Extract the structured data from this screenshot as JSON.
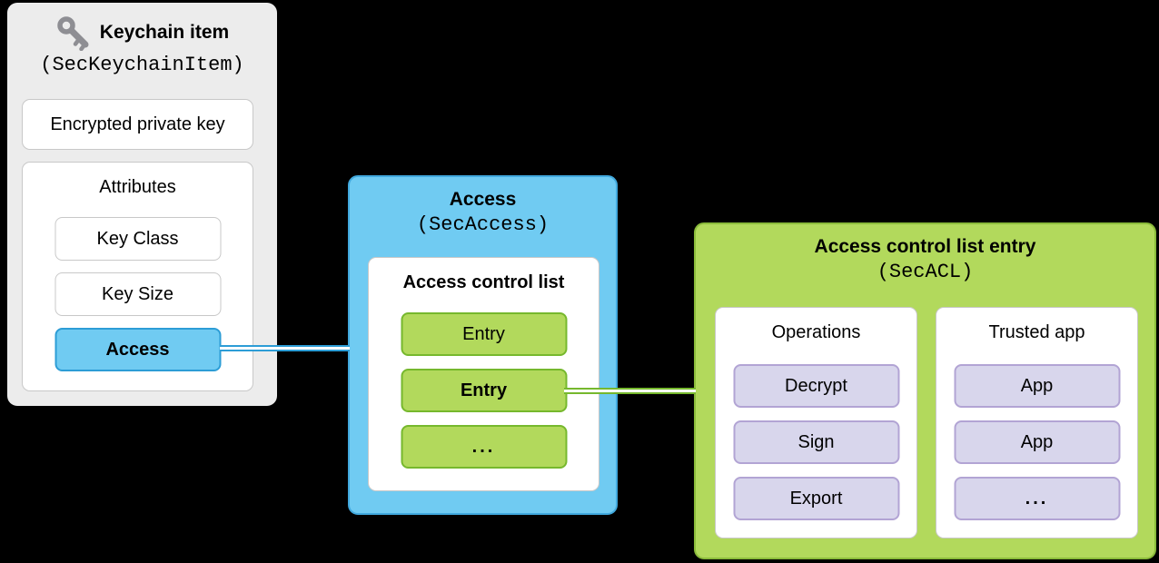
{
  "keychain_item": {
    "title": "Keychain item",
    "subtitle": "(SecKeychainItem)",
    "icon": "key-icon",
    "encrypted_key_label": "Encrypted private key",
    "attributes": {
      "label": "Attributes",
      "items": [
        {
          "label": "Key Class",
          "highlighted": false
        },
        {
          "label": "Key Size",
          "highlighted": false
        },
        {
          "label": "Access",
          "highlighted": true
        }
      ]
    }
  },
  "access": {
    "title": "Access",
    "subtitle": "(SecAccess)",
    "acl": {
      "label": "Access control list",
      "entries": [
        {
          "label": "Entry",
          "bold": false
        },
        {
          "label": "Entry",
          "bold": true
        },
        {
          "label": "...",
          "bold": false
        }
      ]
    }
  },
  "acl_entry": {
    "title": "Access control list entry",
    "subtitle": "(SecACL)",
    "operations": {
      "label": "Operations",
      "items": [
        "Decrypt",
        "Sign",
        "Export"
      ]
    },
    "trusted_app": {
      "label": "Trusted app",
      "items": [
        "App",
        "App",
        "..."
      ]
    }
  },
  "connectors": [
    {
      "from": "attribute-access",
      "to": "access-panel",
      "color": "#2d9dd6"
    },
    {
      "from": "acl-entry-2",
      "to": "acl-entry-panel",
      "color": "#76b82d"
    }
  ],
  "colors": {
    "background": "#000000",
    "panel_gray": "#ececec",
    "panel_blue": "#70cbf2",
    "panel_blue_border": "#2d9dd6",
    "panel_green": "#b2d95c",
    "panel_green_border": "#76b82d",
    "chip_purple": "#d8d6ec",
    "chip_purple_border": "#b2a4d4",
    "white_card_border": "#c8c8c8",
    "key_icon_gray": "#8e8e93"
  }
}
